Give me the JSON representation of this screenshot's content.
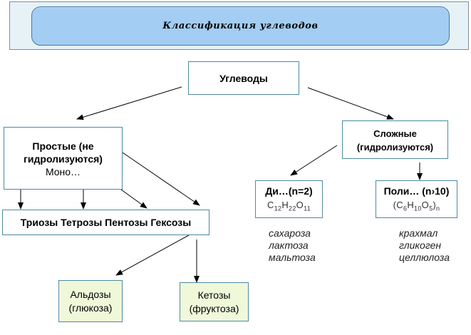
{
  "header": {
    "title": "Классификация углеводов"
  },
  "root": {
    "label": "Углеводы"
  },
  "simple": {
    "line1": "Простые (не",
    "line2": "гидролизуются)",
    "note": "Моно…"
  },
  "complex": {
    "line1": "Сложные",
    "line2": "(гидролизуются)"
  },
  "mono_types": {
    "label": "Триозы Тетрозы Пентозы Гексозы"
  },
  "aldoses": {
    "line1": "Альдозы",
    "line2": "(глюкоза)"
  },
  "ketoses": {
    "line1": "Кетозы",
    "line2": "(фруктоза)"
  },
  "di": {
    "label": "Ди…(n=2)",
    "formula": {
      "c": "C",
      "c_sub": "12",
      "h": "H",
      "h_sub": "22",
      "o": "O",
      "o_sub": "11"
    },
    "examples": [
      "сахароза",
      "лактоза",
      "мальтоза"
    ]
  },
  "poly": {
    "label": "Поли… (n›10)",
    "formula": {
      "open": "(C",
      "c_sub": "6",
      "h": "H",
      "h_sub": "10",
      "o": "O",
      "o_sub": "5",
      "close": ")",
      "n_sub": "n"
    },
    "examples": [
      "крахмал",
      "гликоген",
      "целлюлоза"
    ]
  },
  "colors": {
    "box_border": "#4d8aa0",
    "banner_fill": "#a3cdf2",
    "leaf_fill": "#f0f8da"
  }
}
